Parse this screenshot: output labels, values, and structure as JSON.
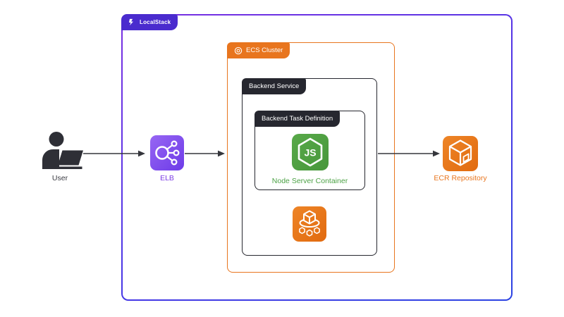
{
  "containers": {
    "localstack": {
      "label": "LocalStack"
    },
    "ecs_cluster": {
      "label": "ECS Cluster"
    },
    "backend_service": {
      "label": "Backend Service"
    },
    "backend_task_definition": {
      "label": "Backend Task Definition"
    }
  },
  "nodes": {
    "user": {
      "label": "User",
      "icon": "user-at-laptop-icon"
    },
    "elb": {
      "label": "ELB",
      "icon": "load-balancer-icon"
    },
    "node_server": {
      "label": "Node Server Container",
      "icon": "nodejs-hexagon-icon",
      "badge_text": "JS"
    },
    "ecs_service": {
      "icon": "ecs-service-containers-icon"
    },
    "ecr": {
      "label": "ECR Repository",
      "icon": "ecr-registry-cube-icon"
    }
  },
  "colors": {
    "outer_border_gradient_from": "#7A2FE2",
    "outer_border_gradient_to": "#2B43E3",
    "localstack_tab": "#4A2BCE",
    "orange": "#E8751E",
    "dark_tab": "#26272F",
    "node_green": "#47973B",
    "node_label_green": "#4CA245",
    "elb_purple": "#6D3BE8",
    "elb_label_purple": "#7B3BE4",
    "arrow": "#35363C",
    "background": "#FFFFFF"
  }
}
